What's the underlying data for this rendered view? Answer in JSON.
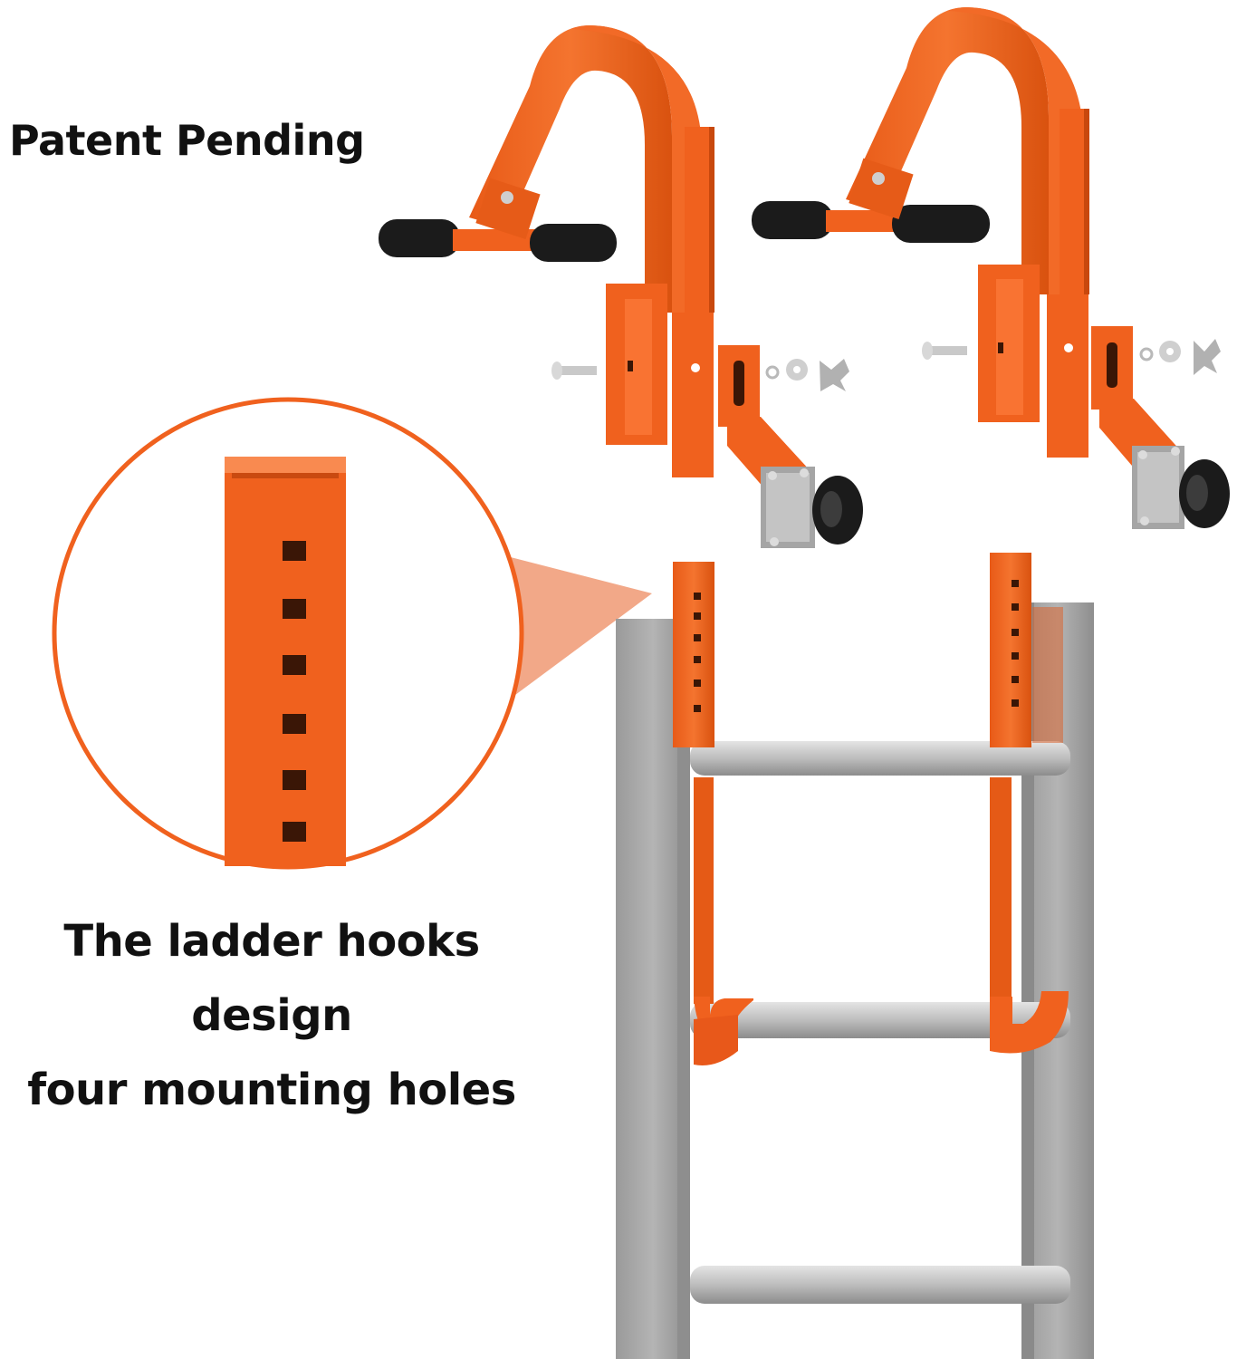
{
  "texts": {
    "patent_label": "Patent Pending",
    "caption_line1": "The ladder hooks design",
    "caption_line2": "four mounting holes"
  },
  "colors": {
    "accent_orange": "#F0611E",
    "ladder_silver": "#A9A9A9",
    "rubber_black": "#1B1B1B",
    "callout_fill": "#F2A888"
  },
  "icons": {
    "hook_left": "ladder-hook-icon",
    "hook_right": "ladder-hook-icon",
    "ladder": "ladder-icon",
    "zoom": "magnifier-callout-icon"
  }
}
